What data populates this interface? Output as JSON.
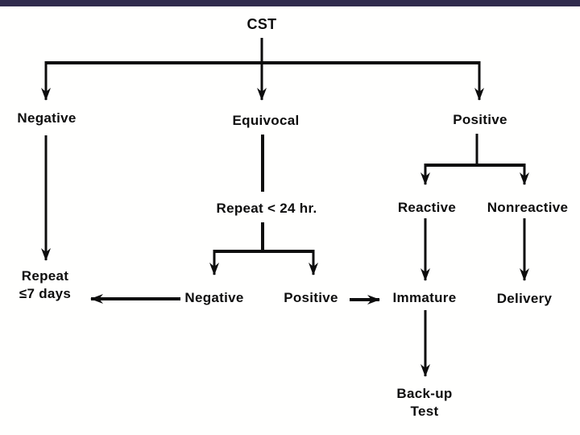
{
  "colors": {
    "top_bar": "#312b4d",
    "background": "#ffffff",
    "line": "#0d0d0d",
    "text": "#0d0d0d"
  },
  "diagram": {
    "type": "flowchart",
    "root": "CST",
    "nodes": {
      "cst": {
        "label": "CST"
      },
      "negative_top": {
        "label": "Negative"
      },
      "equivocal": {
        "label": "Equivocal"
      },
      "positive_top": {
        "label": "Positive"
      },
      "repeat_24hr": {
        "label": "Repeat < 24 hr."
      },
      "reactive": {
        "label": "Reactive"
      },
      "nonreactive": {
        "label": "Nonreactive"
      },
      "repeat_7days": {
        "line1": "Repeat",
        "line2": "≤7 days"
      },
      "negative_repeat": {
        "label": "Negative"
      },
      "positive_repeat": {
        "label": "Positive"
      },
      "immature": {
        "label": "Immature"
      },
      "delivery": {
        "label": "Delivery"
      },
      "backup_test": {
        "line1": "Back-up",
        "line2": "Test"
      }
    },
    "edges": [
      {
        "from": "CST",
        "to": "Negative"
      },
      {
        "from": "CST",
        "to": "Equivocal"
      },
      {
        "from": "CST",
        "to": "Positive"
      },
      {
        "from": "Negative",
        "to": "Repeat ≤7 days"
      },
      {
        "from": "Equivocal",
        "to": "Repeat < 24 hr."
      },
      {
        "from": "Repeat < 24 hr.",
        "to": "Negative"
      },
      {
        "from": "Repeat < 24 hr.",
        "to": "Positive"
      },
      {
        "from": "Negative (repeat)",
        "to": "Repeat ≤7 days"
      },
      {
        "from": "Positive (repeat)",
        "to": "Immature"
      },
      {
        "from": "Positive",
        "to": "Reactive"
      },
      {
        "from": "Positive",
        "to": "Nonreactive"
      },
      {
        "from": "Reactive",
        "to": "Immature"
      },
      {
        "from": "Nonreactive",
        "to": "Delivery"
      },
      {
        "from": "Immature",
        "to": "Back-up Test"
      }
    ]
  }
}
